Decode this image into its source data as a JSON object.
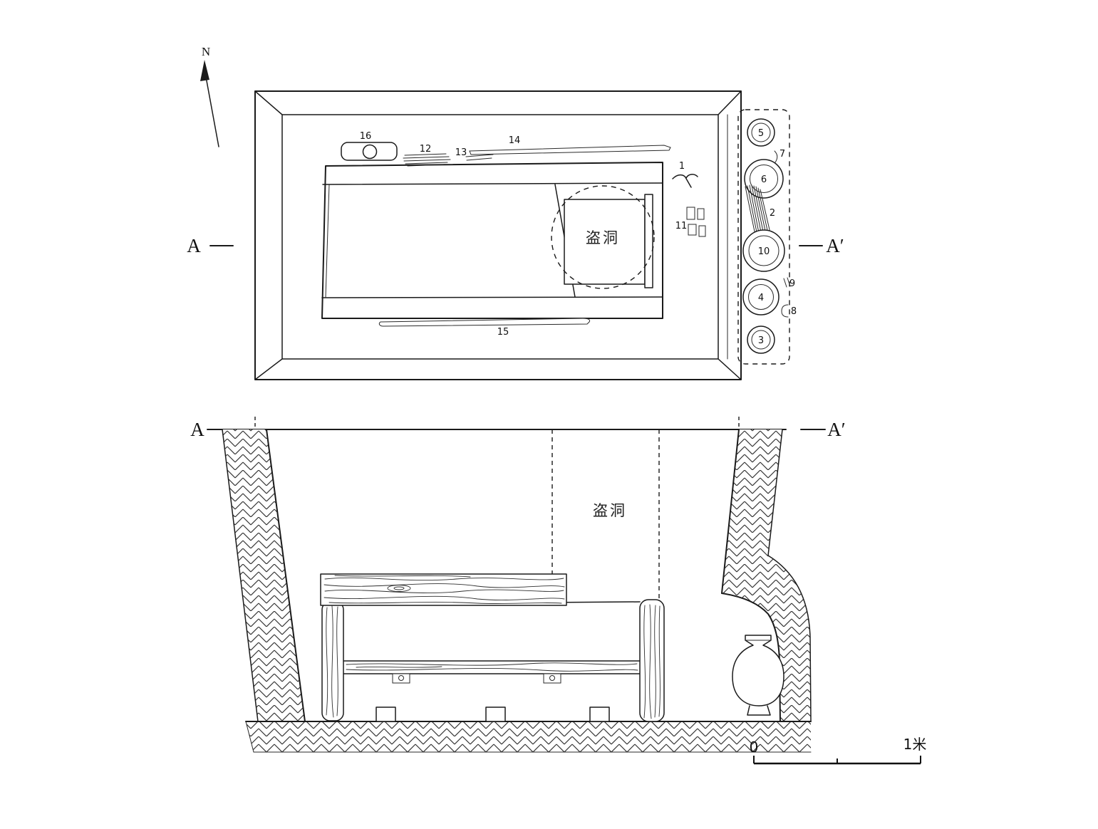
{
  "figure": {
    "background": "#ffffff",
    "ink": "#1a1a1a"
  },
  "compass": {
    "label": "N"
  },
  "plan": {
    "section_left": "A",
    "section_right": "A′",
    "robber_hole": "盗洞",
    "labels": {
      "l1": "1",
      "l2": "2",
      "l3": "3",
      "l4": "4",
      "l5": "5",
      "l6": "6",
      "l7": "7",
      "l8": "8",
      "l9": "9",
      "l10": "10",
      "l11": "11",
      "l12": "12",
      "l13": "13",
      "l14": "14",
      "l15": "15",
      "l16": "16"
    }
  },
  "section": {
    "left": "A",
    "right": "A′",
    "robber_hole": "盗洞",
    "scale_zero": "0",
    "scale_unit": "1米"
  }
}
